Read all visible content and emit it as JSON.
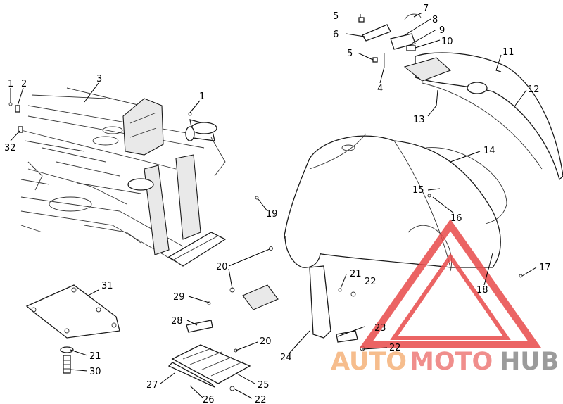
{
  "diagram": {
    "callouts": [
      "1",
      "2",
      "3",
      "1",
      "32",
      "5",
      "6",
      "5",
      "4",
      "7",
      "8",
      "9",
      "10",
      "11",
      "12",
      "13",
      "14",
      "15",
      "16",
      "17",
      "18",
      "19",
      "20",
      "21",
      "22",
      "23",
      "22",
      "24",
      "29",
      "28",
      "31",
      "21",
      "30",
      "20",
      "25",
      "27",
      "26",
      "22"
    ]
  },
  "watermark": {
    "word_a": "AUTO",
    "word_b": "MOTO",
    "word_c": "HUB",
    "color_a": "#f5b27a",
    "color_b": "#ee7b79",
    "color_c": "#8a8a8a",
    "triangle_color": "#e84a4a"
  }
}
